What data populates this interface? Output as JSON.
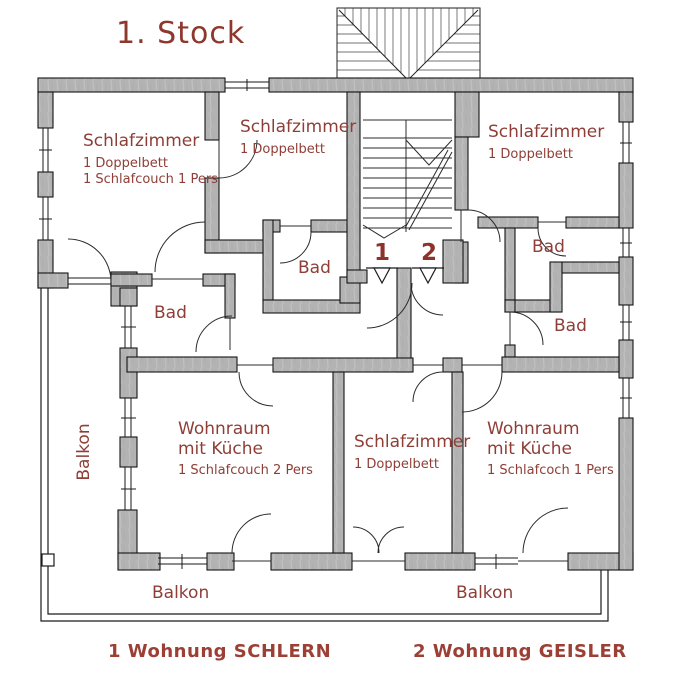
{
  "title": "1. Stock",
  "colors": {
    "label": "#8f3e37",
    "title": "#8e372c",
    "caption": "#9c3f35",
    "wall": "#b3b3b3"
  },
  "rooms": {
    "schlafzimmer_top_left": {
      "name": "Schlafzimmer",
      "detail1": "1 Doppelbett",
      "detail2": "1 Schlafcouch 1 Pers"
    },
    "schlafzimmer_top_mid": {
      "name": "Schlafzimmer",
      "detail1": "1 Doppelbett"
    },
    "schlafzimmer_top_right": {
      "name": "Schlafzimmer",
      "detail1": "1 Doppelbett"
    },
    "bad_left": {
      "name": "Bad"
    },
    "bad_mid": {
      "name": "Bad"
    },
    "bad_right_upper": {
      "name": "Bad"
    },
    "bad_right_lower": {
      "name": "Bad"
    },
    "wohnraum_left": {
      "name_line1": "Wohnraum",
      "name_line2": "mit Küche",
      "detail1": "1 Schlafcouch 2 Pers"
    },
    "schlafzimmer_bottom": {
      "name": "Schlafzimmer",
      "detail1": "1 Doppelbett"
    },
    "wohnraum_right": {
      "name_line1": "Wohnraum",
      "name_line2": "mit Küche",
      "detail1": "1 Schlafcoch 1 Pers"
    }
  },
  "balconies": {
    "left": "Balkon",
    "bottom_left": "Balkon",
    "bottom_right": "Balkon"
  },
  "entrances": {
    "apartment1": "1",
    "apartment2": "2"
  },
  "captions": {
    "apartment1": "1 Wohnung SCHLERN",
    "apartment2": "2 Wohnung GEISLER"
  }
}
